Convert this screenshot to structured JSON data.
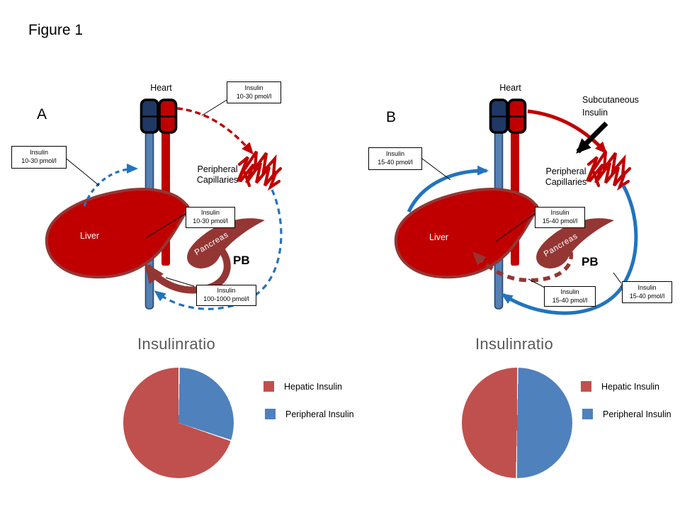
{
  "figure_title": "Figure 1",
  "panel_a": {
    "letter": "A",
    "heart_label": "Heart",
    "liver_label": "Liver",
    "pancreas_label": "Pancreas",
    "pb_label": "PB",
    "capillaries_line1": "Peripheral",
    "capillaries_line2": "Capillaries",
    "box_top": {
      "line1": "Insulin",
      "line2": "10-30 pmol/l"
    },
    "box_left": {
      "line1": "Insulin",
      "line2": "10-30 pmol/l"
    },
    "box_mid": {
      "line1": "Insulin",
      "line2": "10-30 pmol/l"
    },
    "box_bottom": {
      "line1": "Insulin",
      "line2": "100-1000 pmol/l"
    }
  },
  "panel_b": {
    "letter": "B",
    "heart_label": "Heart",
    "liver_label": "Liver",
    "pancreas_label": "Pancreas",
    "pb_label": "PB",
    "capillaries_line1": "Peripheral",
    "capillaries_line2": "Capillaries",
    "subcutaneous_line1": "Subcutaneous",
    "subcutaneous_line2": "Insulin",
    "box_left": {
      "line1": "Insulin",
      "line2": "15-40 pmol/l"
    },
    "box_mid": {
      "line1": "Insulin",
      "line2": "15-40 pmol/l"
    },
    "box_bottom": {
      "line1": "Insulin",
      "line2": "15-40 pmol/l"
    },
    "box_right": {
      "line1": "Insulin",
      "line2": "15-40 pmol/l"
    }
  },
  "chart_data": [
    {
      "type": "pie",
      "title": "Insulinratio",
      "slices": [
        {
          "label": "Peripheral Insulin",
          "value": 30,
          "color": "#4F81BD"
        },
        {
          "label": "Hepatic Insulin",
          "value": 70,
          "color": "#C0504D"
        }
      ],
      "legend": [
        {
          "label": "Hepatic Insulin",
          "color": "#C0504D"
        },
        {
          "label": "Peripheral Insulin",
          "color": "#4F81BD"
        }
      ],
      "legend_position": "right"
    },
    {
      "type": "pie",
      "title": "Insulinratio",
      "slices": [
        {
          "label": "Peripheral Insulin",
          "value": 50,
          "color": "#4F81BD"
        },
        {
          "label": "Hepatic Insulin",
          "value": 50,
          "color": "#C0504D"
        }
      ],
      "legend": [
        {
          "label": "Hepatic Insulin",
          "color": "#C0504D"
        },
        {
          "label": "Peripheral Insulin",
          "color": "#4F81BD"
        }
      ],
      "legend_position": "right"
    }
  ],
  "colors": {
    "artery_red": "#C00000",
    "heart_navy": "#1F3864",
    "vein_blue": "#5580B3",
    "portal_maroon": "#943634",
    "arrow_blue": "#2273BE",
    "pie_red": "#C0504D",
    "pie_blue": "#4F81BD",
    "title_gray": "#595959"
  }
}
